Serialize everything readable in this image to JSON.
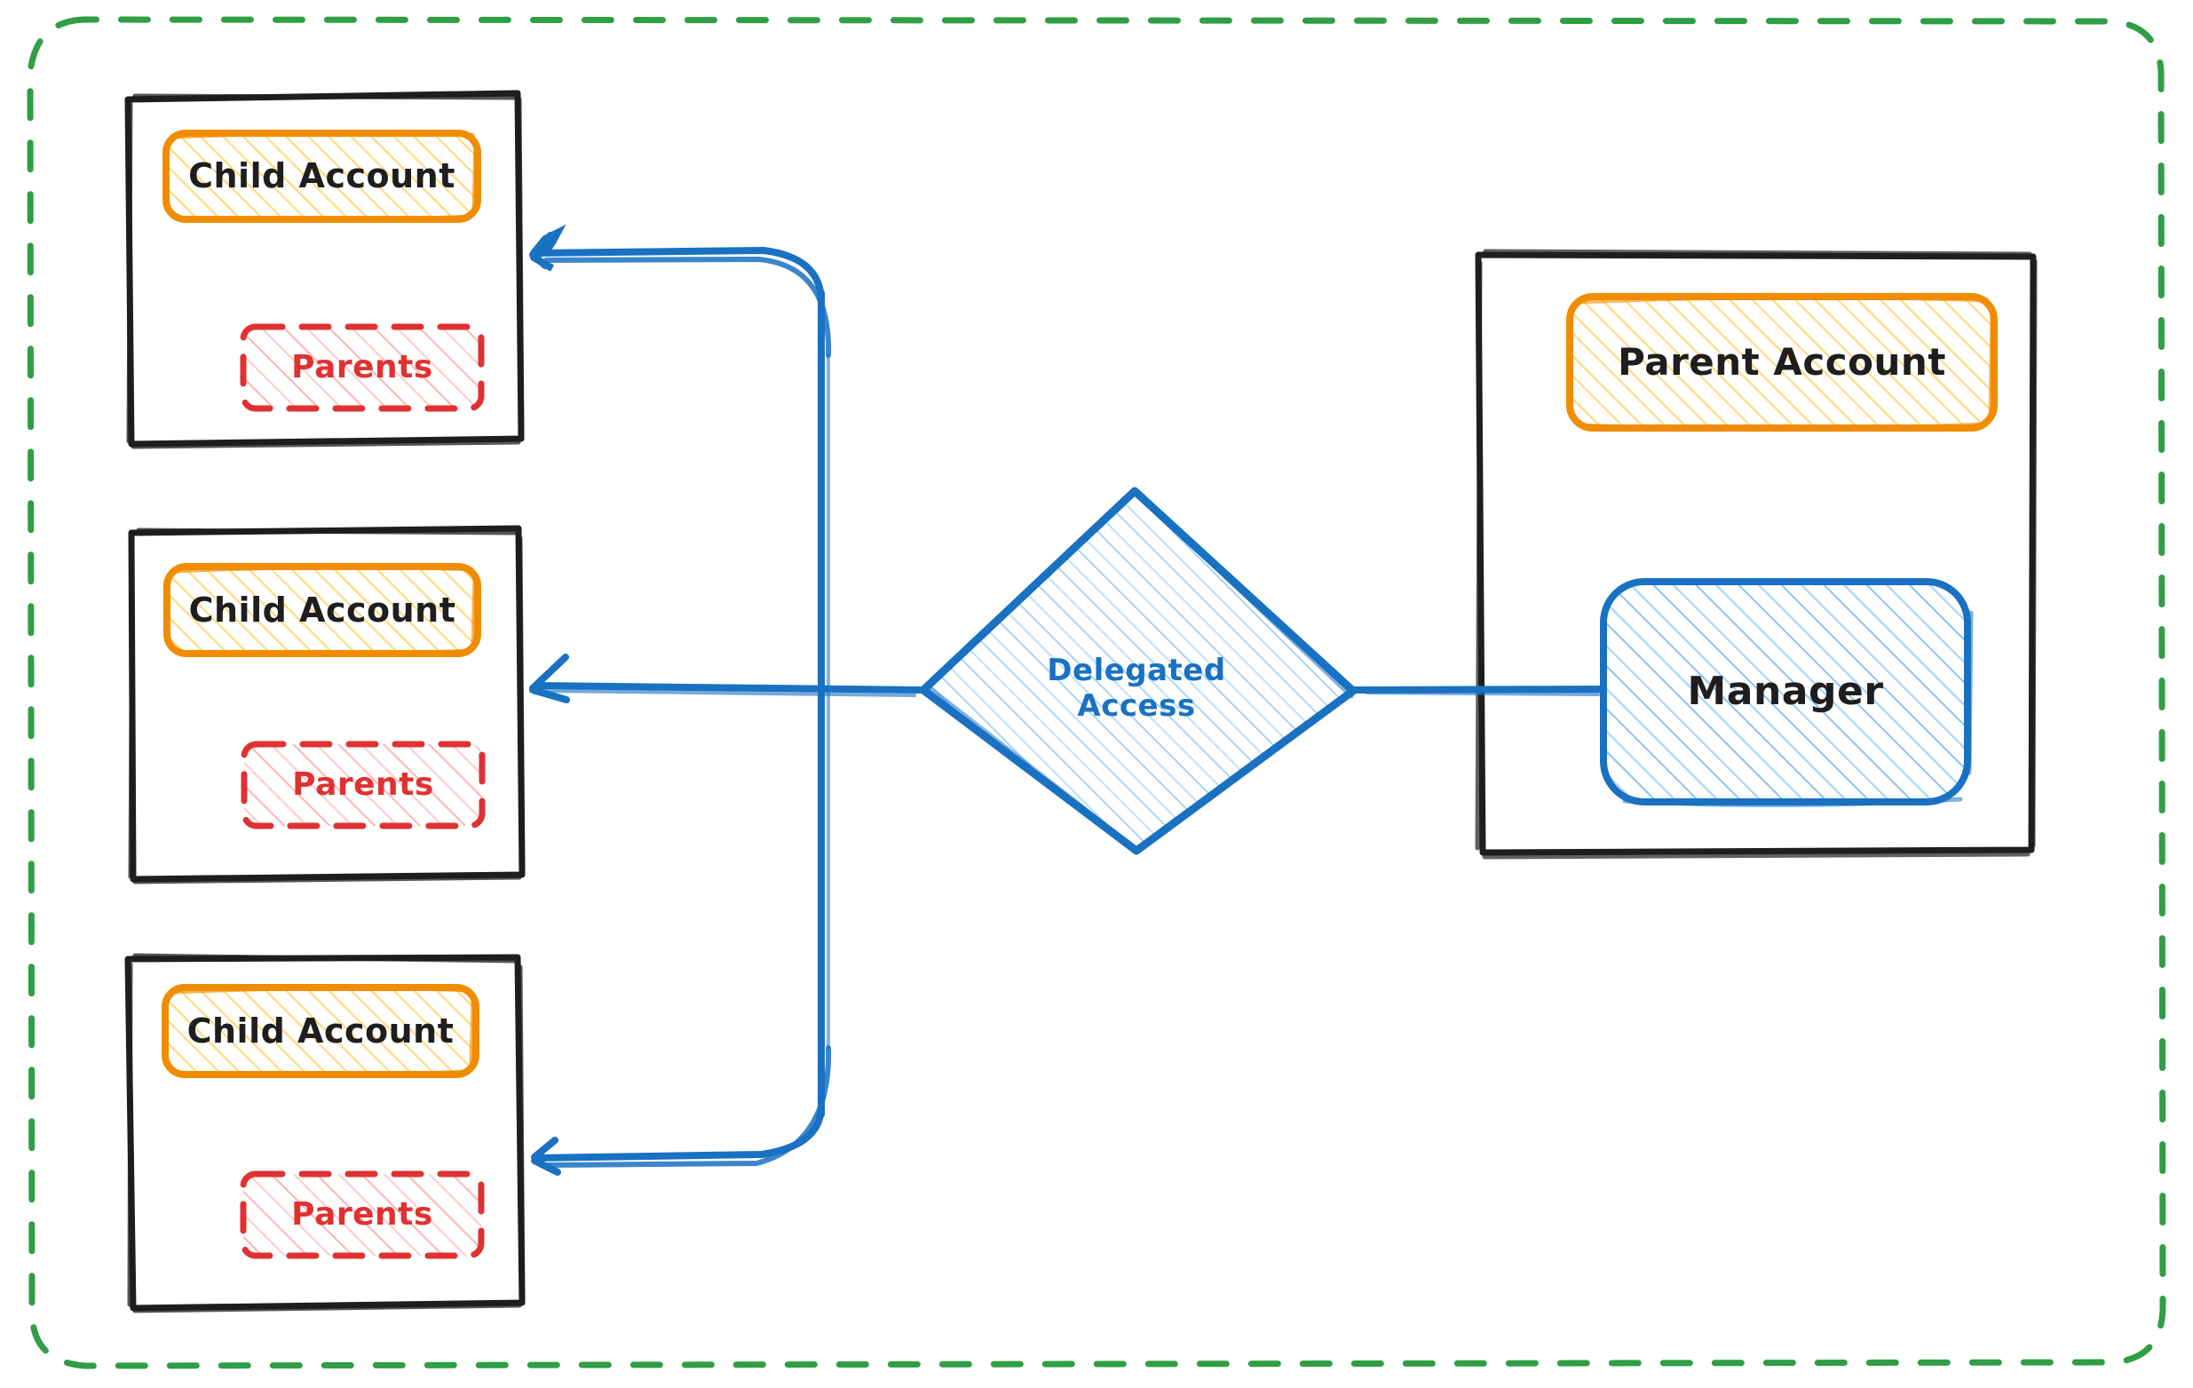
{
  "diagram": {
    "title": "Delegated Access",
    "type": "architecture-diagram",
    "style": "hand-drawn-sketch",
    "background": "#ffffff"
  },
  "colors": {
    "boundary_green": "#2f9e44",
    "container_black": "#1e1e1e",
    "account_orange": "#f08c00",
    "account_fill_yellow": "#ffd43b",
    "parents_red": "#e03131",
    "parents_fill_red": "#ffa8a8",
    "link_blue": "#1971c2",
    "manager_fill_blue": "#74c0fc",
    "delegated_text_blue": "#1971c2"
  },
  "boundary": {
    "name": "organization-boundary",
    "stroke": "#2f9e44",
    "dashed": true
  },
  "children": [
    {
      "id": "child-1",
      "account_label": "Child Account",
      "parents_label": "Parents"
    },
    {
      "id": "child-2",
      "account_label": "Child Account",
      "parents_label": "Parents"
    },
    {
      "id": "child-3",
      "account_label": "Child Account",
      "parents_label": "Parents"
    }
  ],
  "parent_container": {
    "id": "parent-container",
    "account_label": "Parent Account",
    "manager_label": "Manager"
  },
  "delegated": {
    "id": "delegated-access-node",
    "line1": "Delegated",
    "line2": "Access",
    "shape": "diamond"
  },
  "edges": [
    {
      "from": "delegated-access-node",
      "to": "child-1",
      "arrow": "to",
      "style": "curved"
    },
    {
      "from": "delegated-access-node",
      "to": "child-2",
      "arrow": "to",
      "style": "straight"
    },
    {
      "from": "delegated-access-node",
      "to": "child-3",
      "arrow": "to",
      "style": "curved"
    },
    {
      "from": "manager",
      "to": "delegated-access-node",
      "arrow": "none",
      "style": "straight"
    }
  ]
}
